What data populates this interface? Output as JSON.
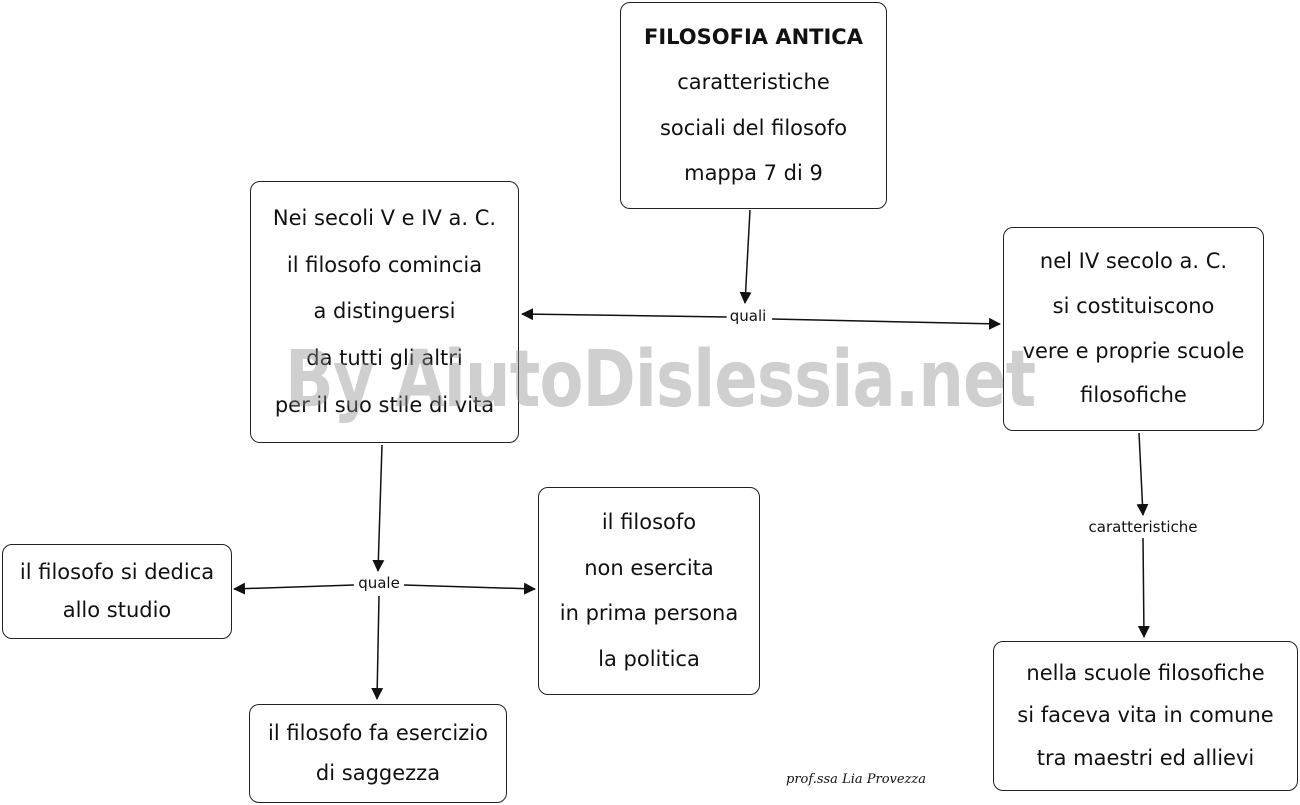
{
  "nodes": {
    "title": [
      "FILOSOFIA ANTICA",
      "caratteristiche",
      "sociali del filosofo",
      "mappa 7 di 9"
    ],
    "left": [
      "Nei secoli V e IV a. C.",
      "il filosofo comincia",
      "a distinguersi",
      "da tutti gli altri",
      "per il suo stile di vita"
    ],
    "right": [
      "nel IV secolo a. C.",
      "si costituiscono",
      "vere e proprie scuole",
      "filosofiche"
    ],
    "study": [
      "il filosofo si dedica",
      "allo studio"
    ],
    "politics": [
      "il filosofo",
      "non esercita",
      "in prima persona",
      "la politica"
    ],
    "wisdom": [
      "il filosofo fa esercizio",
      "di saggezza"
    ],
    "schools_life": [
      "nella scuole filosofiche",
      "si faceva vita in comune",
      "tra maestri ed allievi"
    ]
  },
  "links": {
    "quali": "quali",
    "quale": "quale",
    "caratteristiche": "caratteristiche"
  },
  "watermark": "By AiutoDislessia.net",
  "signature": "prof.ssa Lia Provezza",
  "colors": {
    "stroke": "#111111",
    "watermark": "#8c8c8c"
  }
}
